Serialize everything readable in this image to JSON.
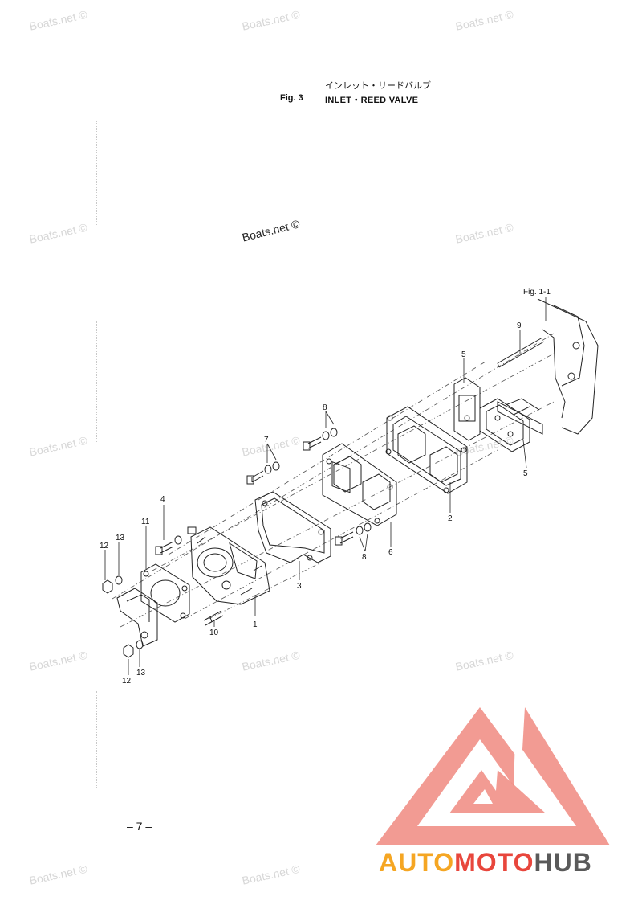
{
  "header": {
    "title_jp": "インレット・リードバルブ",
    "fig_label": "Fig. 3",
    "title": "INLET・REED VALVE"
  },
  "watermarks": {
    "light": "Boats.net ©",
    "dark": "Boats.net ©"
  },
  "figure_ref": "Fig. 1-1",
  "callouts": [
    "1",
    "2",
    "3",
    "4",
    "5",
    "5",
    "6",
    "7",
    "8",
    "8",
    "9",
    "10",
    "11",
    "12",
    "12",
    "13",
    "13"
  ],
  "page_number": "– 7 –",
  "logo": {
    "part1": "AUTO",
    "part2": "MOTO",
    "part3": "HUB",
    "color_orange": "#f5a623",
    "color_red": "#e8463c",
    "color_gray": "#5a5a5a",
    "triangle_color": "#f08a80"
  }
}
